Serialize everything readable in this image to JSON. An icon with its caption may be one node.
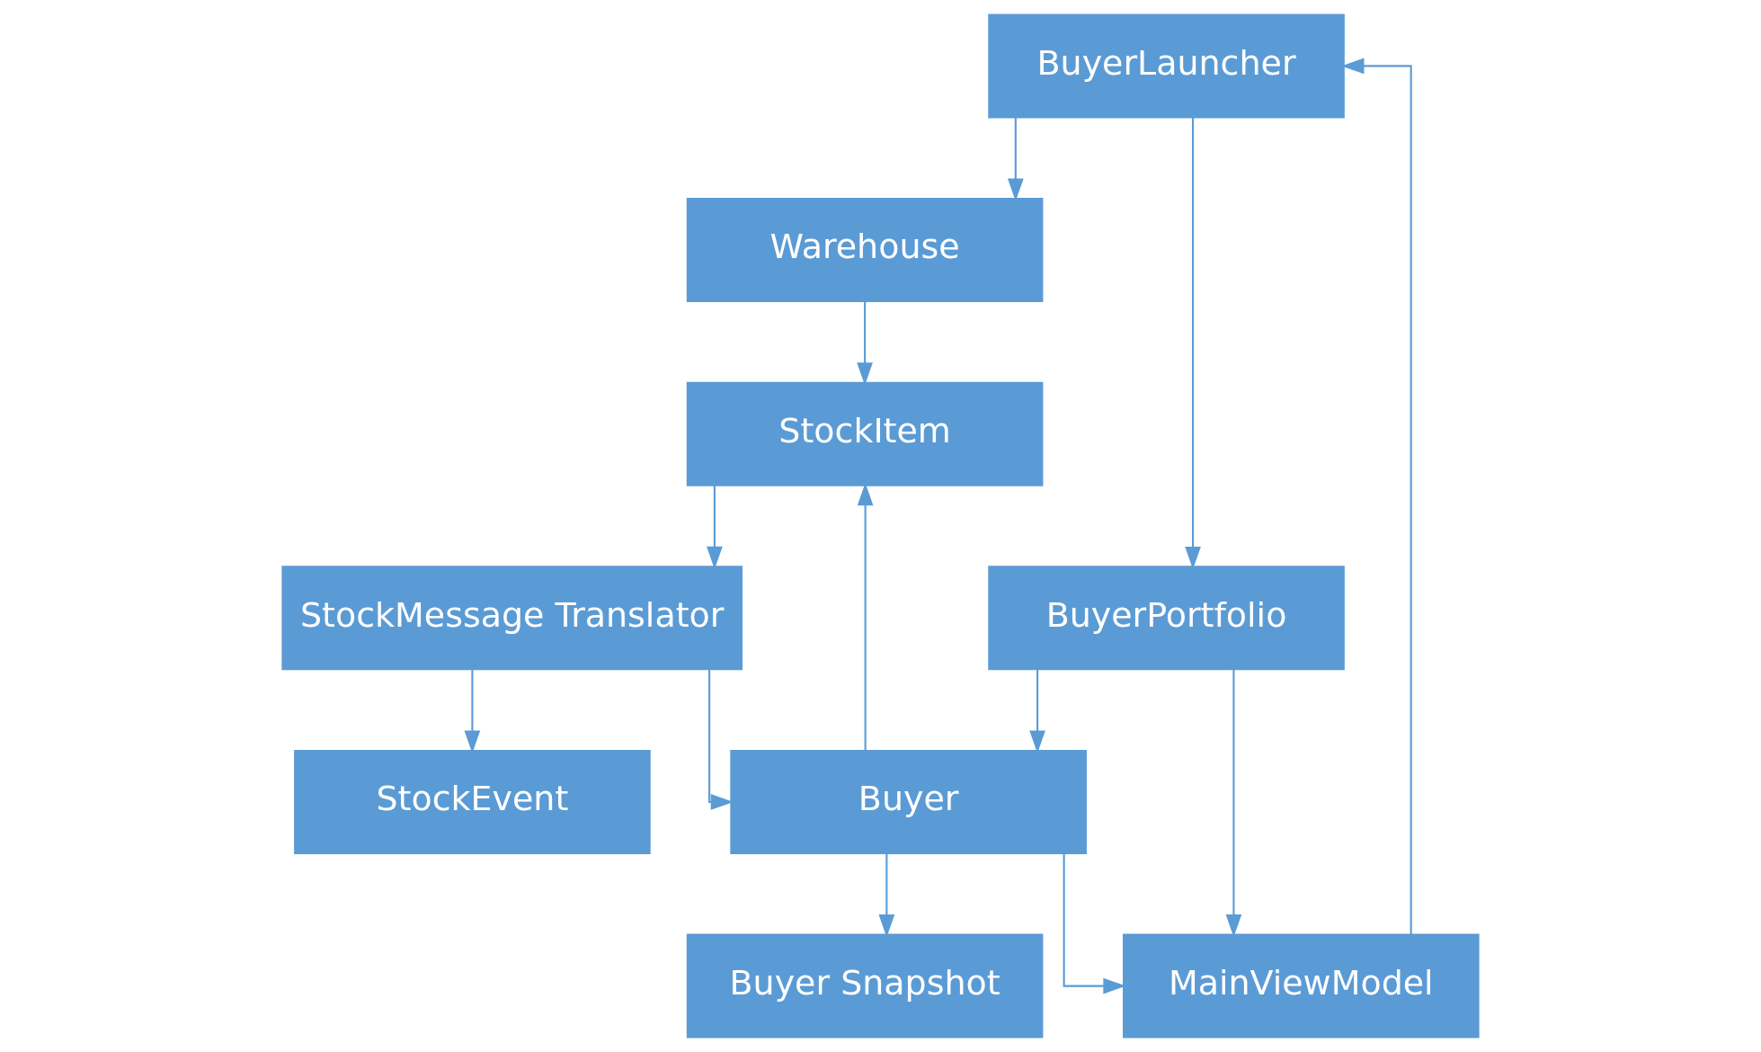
{
  "diagram": {
    "nodes": [
      {
        "text": [
          "BuyerLauncher"
        ]
      },
      {
        "text": [
          "Warehouse"
        ]
      },
      {
        "text": [
          "BuyerPortfolio"
        ]
      },
      {
        "text": [
          "StockItem"
        ]
      },
      {
        "text": [
          "Buyer"
        ]
      },
      {
        "text": [
          "MainViewModel"
        ]
      },
      {
        "text": [
          "StockMessage Translator"
        ]
      },
      {
        "text": [
          "Buyer Snapshot"
        ]
      },
      {
        "text": [
          "StockEvent"
        ]
      }
    ],
    "edges": [
      {
        "from": 0,
        "to": 1,
        "arrow": "to"
      },
      {
        "from": 0,
        "to": 2,
        "arrow": "to"
      },
      {
        "from": 2,
        "to": 4,
        "arrow": "to"
      },
      {
        "from": 2,
        "to": 5,
        "arrow": "to"
      },
      {
        "from": 1,
        "to": 3,
        "arrow": "to"
      },
      {
        "from": 4,
        "to": 3,
        "arrow": "to"
      },
      {
        "from": 4,
        "to": 5,
        "arrow": "to"
      },
      {
        "from": 4,
        "to": 7,
        "arrow": "to"
      },
      {
        "from": 3,
        "to": 6,
        "arrow": "to"
      },
      {
        "from": 6,
        "to": 4,
        "arrow": "to"
      },
      {
        "from": 6,
        "to": 8,
        "arrow": "to"
      },
      {
        "from": 5,
        "to": 0,
        "arrow": "to"
      }
    ]
  }
}
